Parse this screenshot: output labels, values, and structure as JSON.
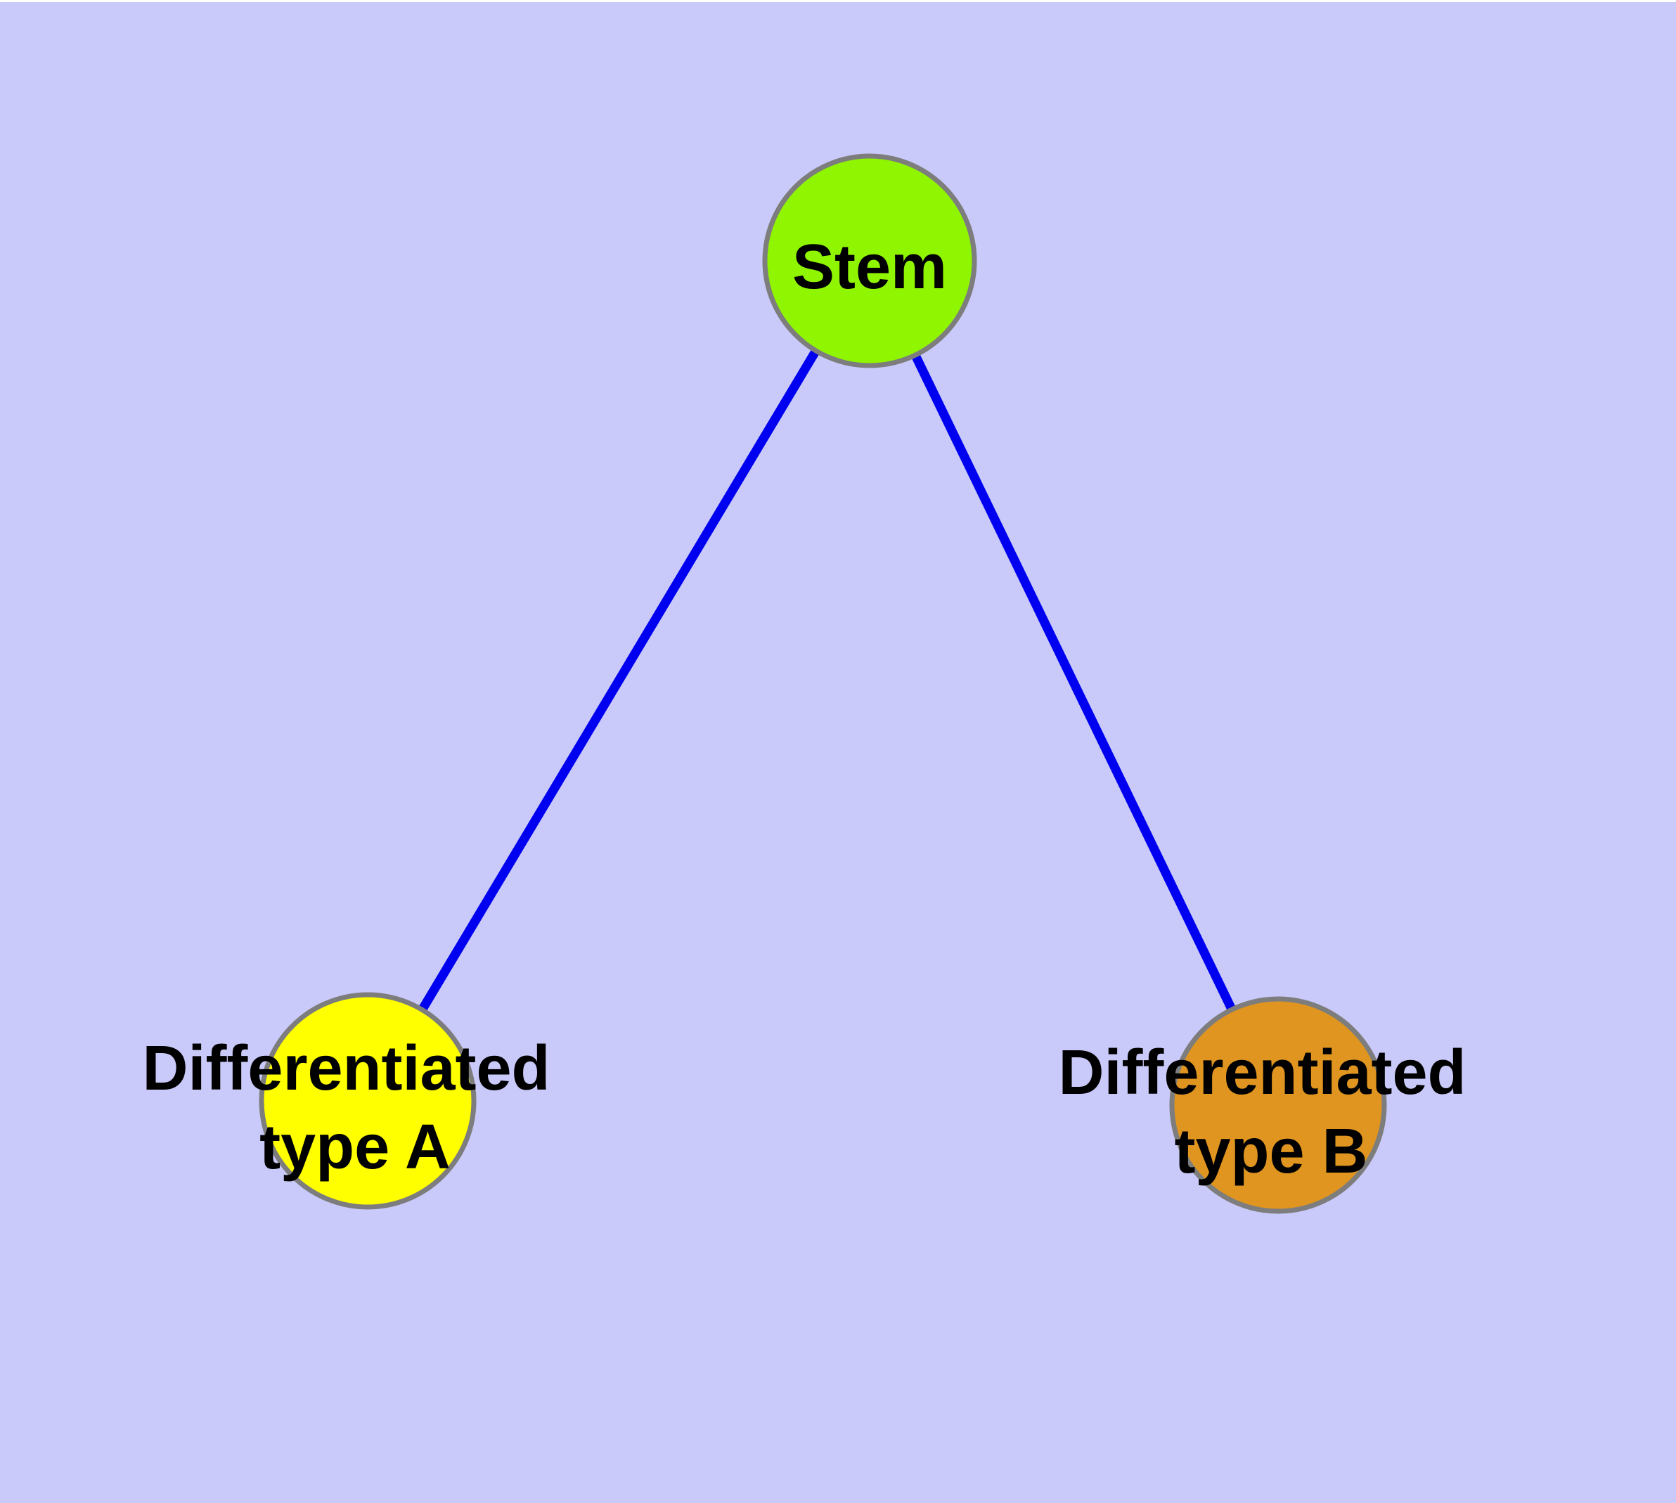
{
  "canvas": {
    "background_color": "#CACAFA",
    "top_border_color": "#FFFFFF"
  },
  "diagram": {
    "edge_color": "#0000F0",
    "node_border_color": "#7D7D7D",
    "label_color": "#000000",
    "nodes": [
      {
        "id": "stem",
        "label": "Stem",
        "fill": "#8FF500"
      },
      {
        "id": "differentiated-type-a",
        "label": "Differentiated type A",
        "line1": "Differentiated",
        "line2": "type A",
        "fill": "#FFFF00"
      },
      {
        "id": "differentiated-type-b",
        "label": "Differentiated type B",
        "line1": "Differentiated",
        "line2": "type B",
        "fill": "#DF951F"
      }
    ],
    "edges": [
      {
        "from": "Stem",
        "to": "Differentiated type A"
      },
      {
        "from": "Stem",
        "to": "Differentiated type B"
      }
    ]
  }
}
